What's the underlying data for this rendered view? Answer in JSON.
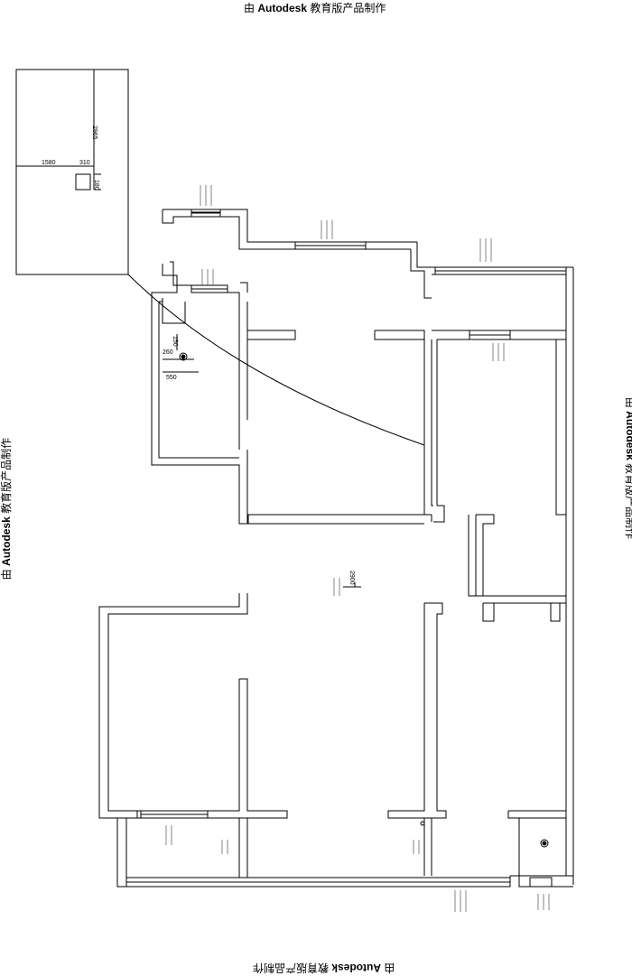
{
  "watermark": {
    "prefix": "由 ",
    "brand": "Autodesk",
    "suffix": " 教育版产品制作"
  },
  "inset": {
    "dim_vertical": "2965",
    "dim_horizontal": "1580",
    "dim_small": "310",
    "dim_box": "180"
  },
  "dimensions": {
    "d260": "260",
    "d150": "150",
    "d550": "550",
    "d2900": "2900"
  }
}
